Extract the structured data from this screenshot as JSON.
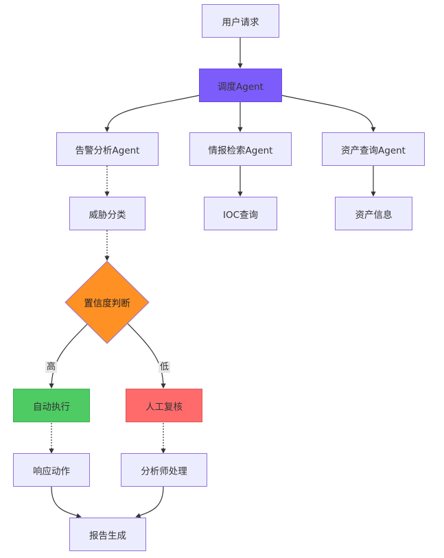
{
  "nodes": {
    "user_request": "用户请求",
    "dispatch_agent": "调度Agent",
    "alert_analysis_agent": "告警分析Agent",
    "intel_search_agent": "情报检索Agent",
    "asset_query_agent": "资产查询Agent",
    "threat_classification": "威胁分类",
    "ioc_query": "IOC查询",
    "asset_info": "资产信息",
    "confidence_decision": "置信度判断",
    "auto_execute": "自动执行",
    "manual_review": "人工复核",
    "response_action": "响应动作",
    "analyst_handling": "分析师处理",
    "report_generation": "报告生成"
  },
  "edge_labels": {
    "high": "高",
    "low": "低"
  },
  "colors": {
    "node_fill": "#ececff",
    "node_border": "#9370db",
    "dispatch_fill": "#7c5cfa",
    "decision_fill": "#ff9124",
    "auto_fill": "#4ecb63",
    "manual_fill": "#ff6b6b",
    "edge": "#333333"
  }
}
